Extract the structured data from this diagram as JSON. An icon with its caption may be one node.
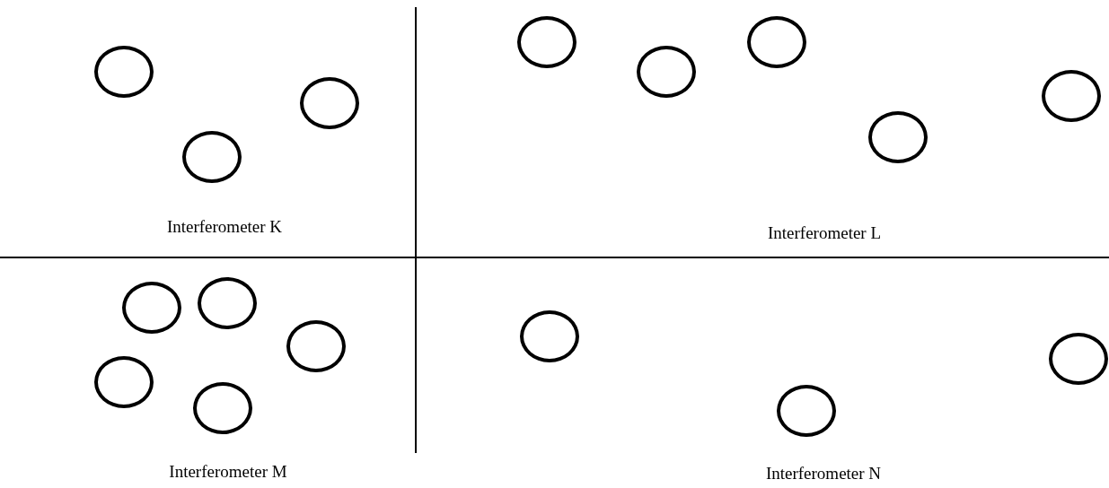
{
  "diagram": {
    "nodes": [
      {
        "text": [],
        "shape": "circle"
      },
      {
        "text": [],
        "shape": "circle"
      },
      {
        "text": [],
        "shape": "circle"
      },
      {
        "text": [],
        "shape": "circle"
      },
      {
        "text": [],
        "shape": "circle"
      },
      {
        "text": [],
        "shape": "circle"
      },
      {
        "text": [],
        "shape": "circle"
      },
      {
        "text": [],
        "shape": "circle"
      },
      {
        "text": [],
        "shape": "circle"
      },
      {
        "text": [],
        "shape": "circle"
      },
      {
        "text": [],
        "shape": "circle"
      },
      {
        "text": [],
        "shape": "circle"
      },
      {
        "text": [],
        "shape": "circle"
      },
      {
        "text": [],
        "shape": "circle"
      },
      {
        "text": [],
        "shape": "circle"
      },
      {
        "text": [],
        "shape": "circle"
      }
    ],
    "labels": [
      "Interferometer K",
      "Interferometer L",
      "Interferometer M",
      "Interferometer N"
    ]
  }
}
